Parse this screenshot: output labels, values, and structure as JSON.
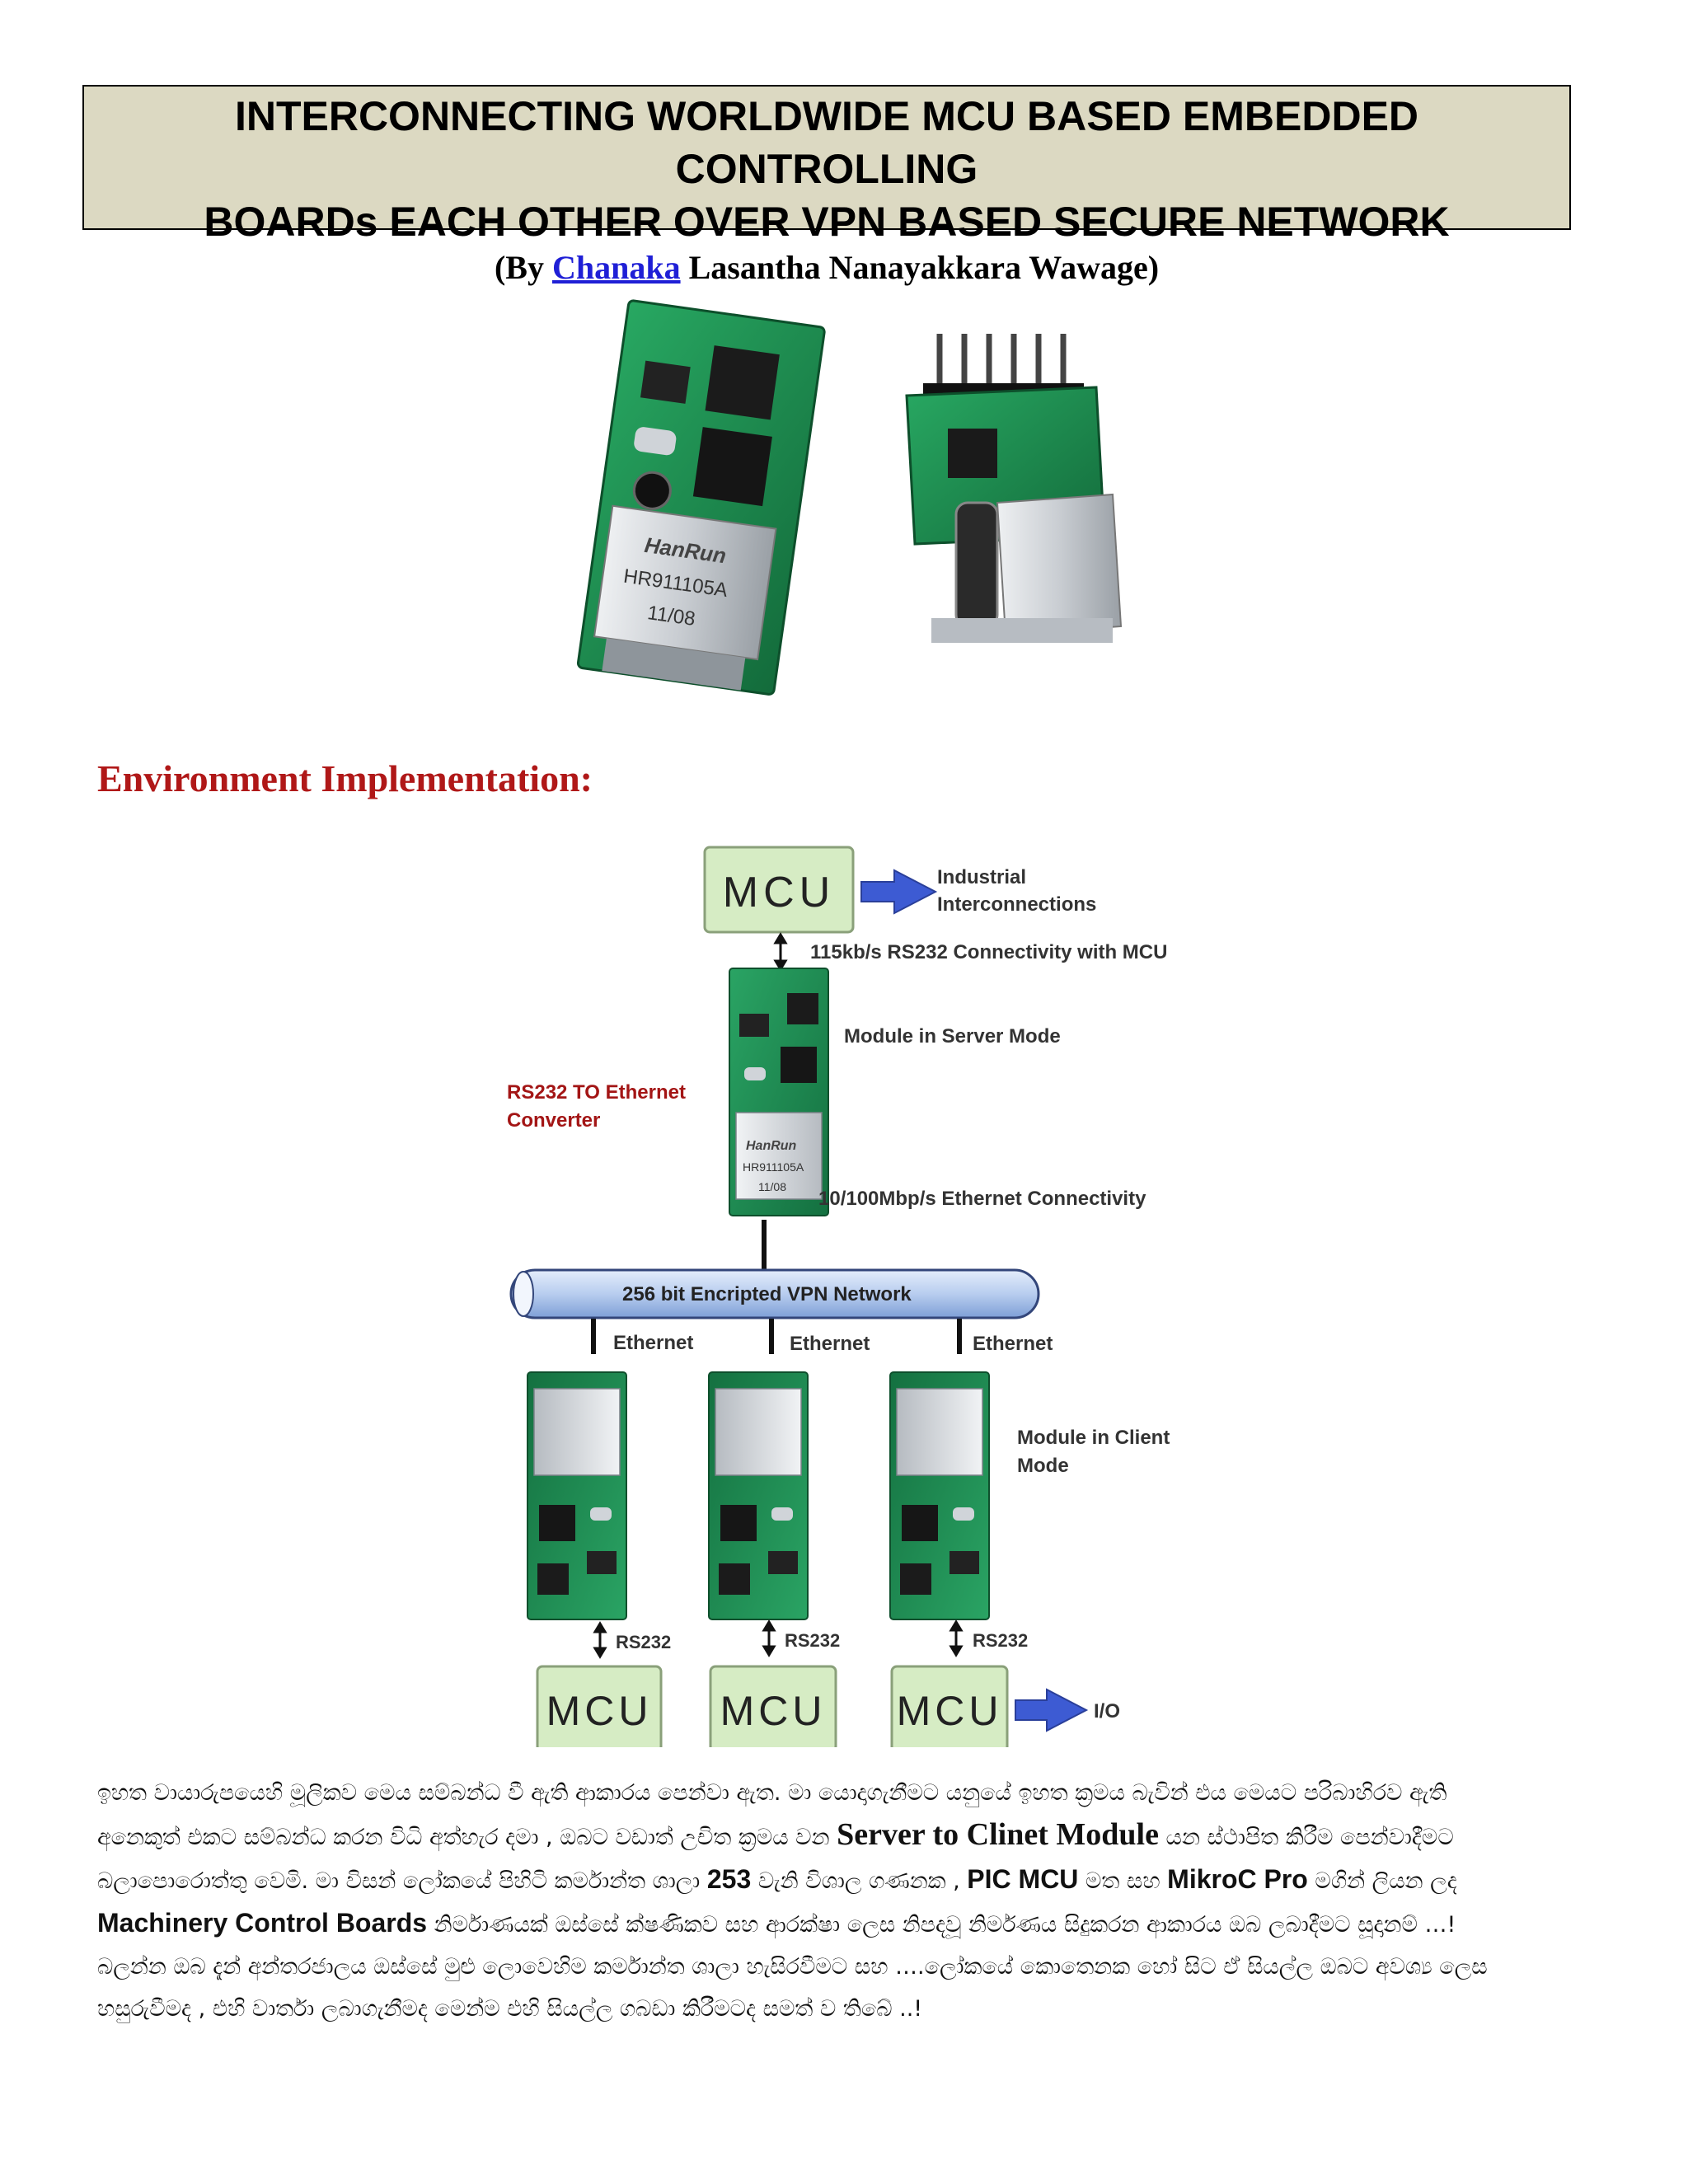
{
  "title": {
    "line1": "INTERCONNECTING WORLDWIDE MCU BASED EMBEDDED CONTROLLING",
    "line2": "BOARDs EACH OTHER OVER VPN BASED SECURE NETWORK",
    "by_open": "(By ",
    "author_link": "Chanaka",
    "author_rest": " Lasantha Nanayakkara Wawage)"
  },
  "section_heading": "Environment Implementation:",
  "board_photo": {
    "chip_brand": "HanRun",
    "chip_model": "HR911105A",
    "chip_date": "11/08"
  },
  "diagram": {
    "mcu_label": "MCU",
    "industrial_line1": "Industrial",
    "industrial_line2": "Interconnections",
    "rs232_mcu": "115kb/s RS232 Connectivity with MCU",
    "server_mode": "Module in Server Mode",
    "converter_line1": "RS232 TO Ethernet",
    "converter_line2": "Converter",
    "ethernet_connectivity": "10/100Mbp/s Ethernet Connectivity",
    "vpn_network": "256 bit Encripted VPN Network",
    "ethernet": "Ethernet",
    "client_line1": "Module in Client",
    "client_line2": "Mode",
    "rs232": "RS232",
    "io": "I/O"
  },
  "paragraph": {
    "s1": "ඉහත වායාරුපයෙහි මූලිකව මෙය සම්බන්ධ වී ඇති ආකාරය පෙන්වා ඇත. මා යොදාගැනීමට යනුයේ ඉහත ක්‍රමය බැවින් එය මෙයට පරිබාහිරව ඇති අනෙකුත් එකට සම්බන්ධ කරන විධි අත්හැර දමා , ඔබට වඩාත් උචිත ක්‍රමය වන ",
    "b1": "Server to Clinet Module",
    "s2": " යන ස්ථාපිත කිරීම පෙන්වාදීමට බලාපොරොත්තු වෙමි. මා විසන් ලෝකයේ පිහිටි කර්මාන්ත ශාලා ",
    "b2": "253",
    "s3": " වැනි විශාල ගණනක , ",
    "b3": "PIC MCU",
    "s4": " මත සහ ",
    "b4": "MikroC Pro",
    "s5": " මගින් ලියන ලද ",
    "b5": "Machinery Control Boards",
    "s6": " නිර්මාණයක් ඔස්සේ ක්ෂණිකව සහ ආරක්ෂා ලෙස නිපදවූ නිර්මණය සිදුකරන ආකාරය ඔබ ලබාදීමට සූදානම් …!බලන්න ඔබ දැන් අන්තරජාලය ඔස්සේ මුළු ලොවෙහිම කර්මාන්ත ශාලා හැසිරවීමට සහ ….ලෝකයේ කොතෙනක හෝ සිට ඒ සියල්ල ඔබට අවශ්‍ය ලෙස හසුරුවීමද , එහි වාර්තා ලබාගැනීමද මෙන්ම එහි සියල්ල ගබඩා කිරීමටද සමත් ව තිබේ ..!"
  },
  "colors": {
    "title_bg": "#dcd9c2",
    "heading": "#b01818",
    "link": "#1f1fd6",
    "mcu_box": "#d6ecc4",
    "pipe": "#b8cdef",
    "arrow": "#3d5bd3",
    "converter_text": "#a31515",
    "pcb_green": "#1a8a4e"
  }
}
